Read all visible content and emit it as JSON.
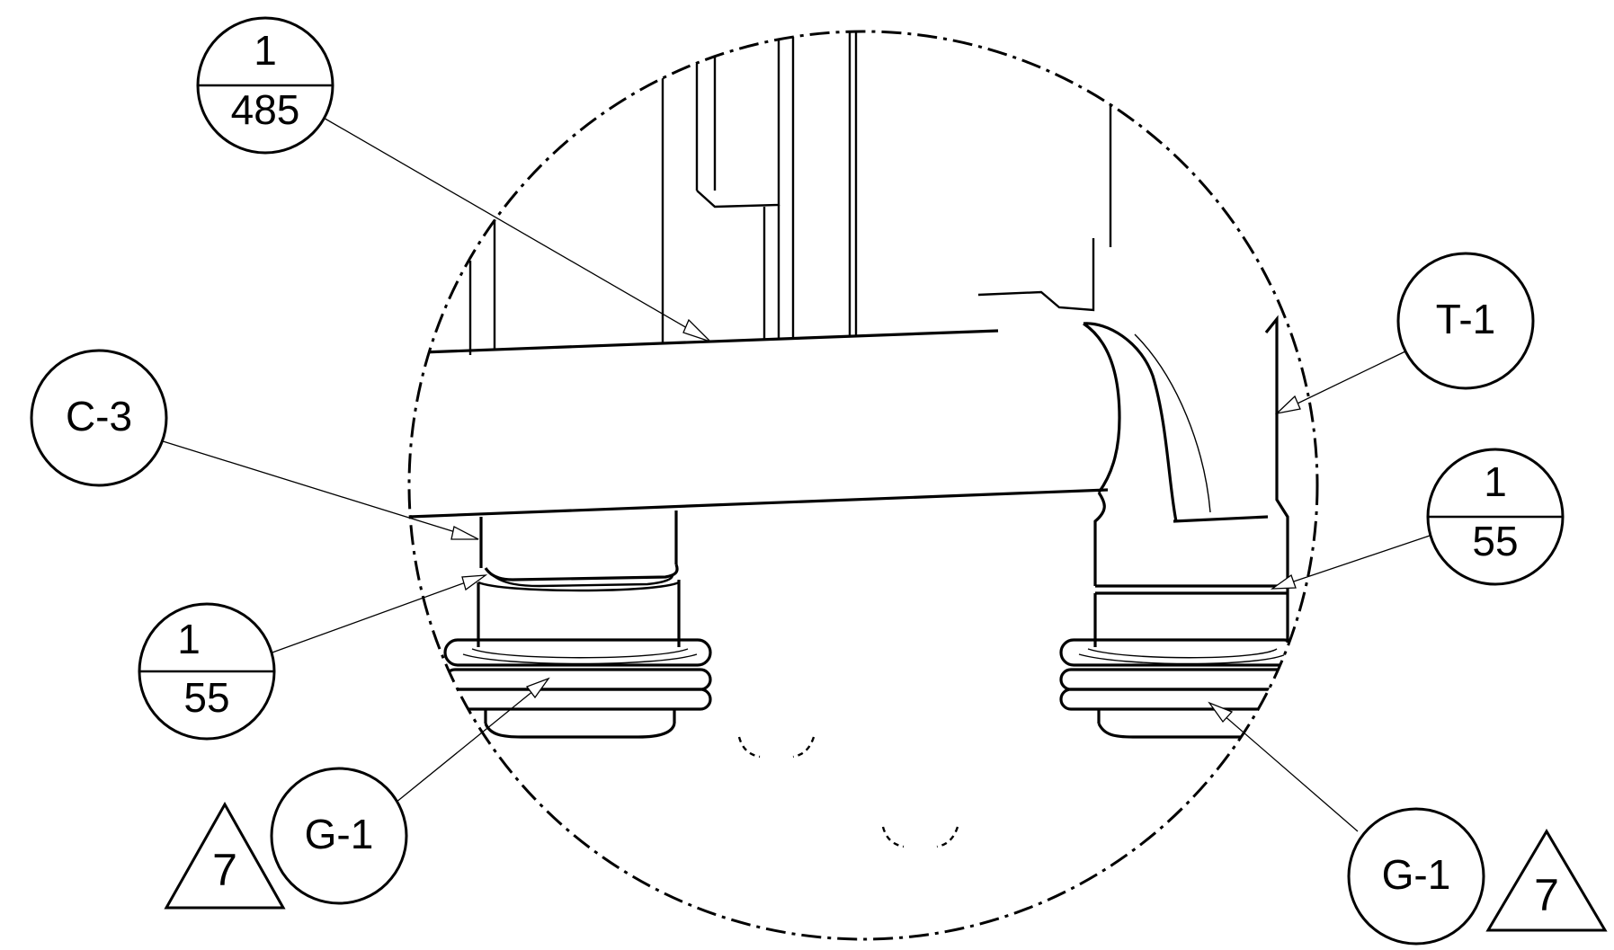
{
  "callouts": {
    "part_485": {
      "top": "1",
      "bottom": "485"
    },
    "c3": {
      "label": "C-3"
    },
    "part_55_left": {
      "top": "1",
      "bottom": "55"
    },
    "g1_left": {
      "label": "G-1"
    },
    "t1": {
      "label": "T-1"
    },
    "part_55_right": {
      "top": "1",
      "bottom": "55"
    },
    "g1_right": {
      "label": "G-1"
    }
  },
  "symbols": {
    "triangle_left": {
      "label": "7"
    },
    "triangle_right": {
      "label": "7"
    }
  }
}
